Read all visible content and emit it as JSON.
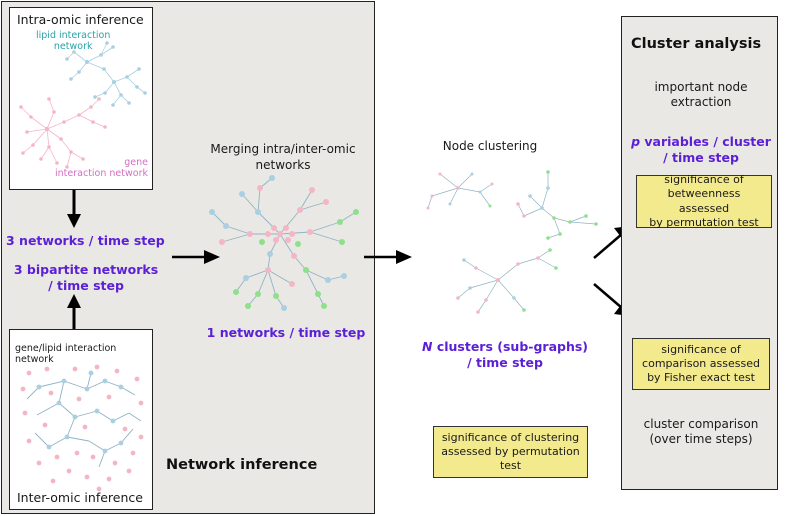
{
  "network_inference": {
    "title": "Network inference",
    "intra_box": {
      "title": "Intra-omic inference",
      "lipid_label": "lipid interaction\nnetwork",
      "gene_label": "gene\ninteraction network"
    },
    "inter_box": {
      "title": "Inter-omic inference",
      "gene_lipid_label": "gene/lipid interaction\nnetwork"
    },
    "networks_per_step": "3 networks / time step",
    "bipartite_per_step": "3 bipartite networks\n/ time step"
  },
  "merging": {
    "title": "Merging intra/inter-omic\nnetworks",
    "result": "1 networks / time step"
  },
  "clustering": {
    "title": "Node clustering",
    "result_var": "N",
    "result": " clusters (sub-graphs)\n/ time step",
    "significance": "significance of clustering\nassessed by permutation\ntest"
  },
  "cluster_analysis": {
    "title": "Cluster analysis",
    "important_nodes": "important node\nextraction",
    "variables_var": "p",
    "variables": " variables / cluster\n/ time step",
    "betweenness": "significance of\nbetweenness assessed\nby permutation test",
    "comparison_test": "significance of\ncomparison assessed\nby Fisher exact test",
    "cluster_comparison": "cluster comparison\n(over time steps)"
  },
  "colors": {
    "panel_bg": "#e9e8e4",
    "purple": "#5b1fd6",
    "yellow": "#f3e98d",
    "lipid_text": "#2aa3a8",
    "gene_text": "#d36fc4",
    "node_pink": "#f4b6c6",
    "node_blue": "#a9cfe0",
    "node_green": "#8fe08a",
    "edge": "#8fb4c4"
  }
}
